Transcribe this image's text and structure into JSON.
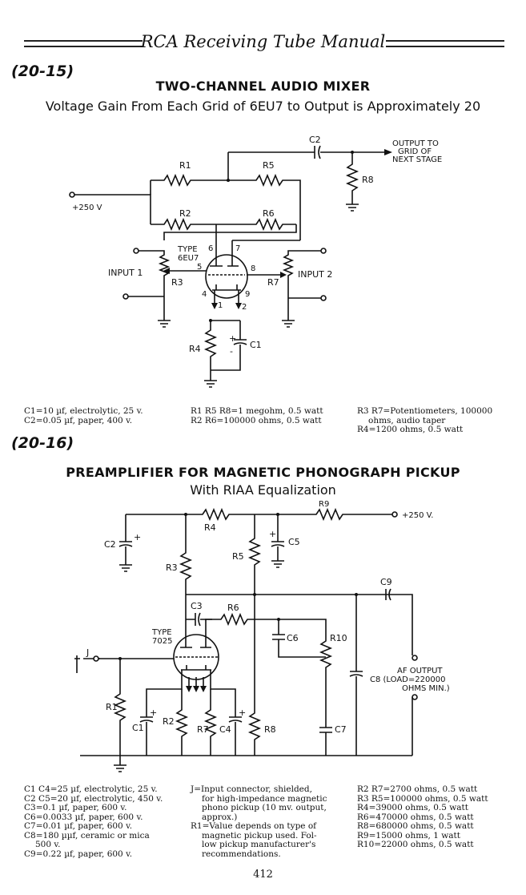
{
  "header": {
    "title": "RCA Receiving Tube Manual"
  },
  "fig1": {
    "number": "(20-15)",
    "title": "TWO-CHANNEL AUDIO MIXER",
    "subtitle": "Voltage Gain From Each Grid of 6EU7 to Output is Approximately 20",
    "labels": {
      "c2": "C2",
      "output_1": "OUTPUT TO",
      "output_2": "GRID OF",
      "output_3": "NEXT STAGE",
      "r1": "R1",
      "r5": "R5",
      "r8": "R8",
      "r2": "R2",
      "r6": "R6",
      "b_plus": "+250 V",
      "type": "TYPE",
      "tube": "6EU7",
      "pin6": "6",
      "pin7": "7",
      "pin5": "5",
      "pin8": "8",
      "pin4": "4",
      "pin9": "9",
      "pin1": "1",
      "pin2": "2",
      "input1": "INPUT 1",
      "input2": "INPUT 2",
      "r3": "R3",
      "r7": "R7",
      "r4": "R4",
      "c1": "C1",
      "plus": "+",
      "minus": "-"
    },
    "parts": {
      "col1": [
        "C1=10 µf, electrolytic, 25 v.",
        "C2=0.05 µf, paper, 400 v."
      ],
      "col2": [
        "R1 R5 R8=1 megohm, 0.5 watt",
        "R2 R6=100000 ohms, 0.5 watt"
      ],
      "col3": [
        "R3 R7=Potentiometers, 100000",
        "ohms, audio taper",
        "R4=1200 ohms, 0.5 watt"
      ]
    }
  },
  "fig2": {
    "number": "(20-16)",
    "title": "PREAMPLIFIER FOR MAGNETIC PHONOGRAPH PICKUP",
    "subtitle": "With RIAA Equalization",
    "labels": {
      "r9": "R9",
      "b_plus": "+250 V.",
      "r4": "R4",
      "c2": "C2",
      "c5": "C5",
      "r5": "R5",
      "r3": "R3",
      "c9": "C9",
      "c3": "C3",
      "r6": "R6",
      "type": "TYPE",
      "tube": "7025",
      "c6": "C6",
      "r10": "R10",
      "j": "J",
      "af_1": "AF OUTPUT",
      "af_2": "C8 (LOAD=220000",
      "af_3": "OHMS MIN.)",
      "r1": "R1",
      "c1": "C1",
      "r2": "R2",
      "r7": "R7",
      "c4": "C4",
      "r8": "R8",
      "c7": "C7",
      "plus": "+"
    },
    "parts": {
      "col1": [
        "C1 C4=25 µf, electrolytic, 25 v.",
        "C2 C5=20 µf, electrolytic, 450 v.",
        "C3=0.1 µf, paper, 600 v.",
        "C6=0.0033 µf, paper, 600 v.",
        "C7=0.01 µf, paper, 600 v.",
        "C8=180 µµf, ceramic or mica",
        "500 v.",
        "C9=0.22 µf, paper, 600 v."
      ],
      "col2": [
        "J=Input connector, shielded,",
        "for high-impedance magnetic",
        "phono pickup (10 mv. output,",
        "approx.)",
        "R1=Value depends on type of",
        "magnetic pickup used. Fol-",
        "low pickup manufacturer's",
        "recommendations."
      ],
      "col3": [
        "R2 R7=2700 ohms, 0.5 watt",
        "R3 R5=100000 ohms, 0.5 watt",
        "R4=39000 ohms, 0.5 watt",
        "R6=470000 ohms, 0.5 watt",
        "R8=680000 ohms, 0.5 watt",
        "R9=15000 ohms, 1 watt",
        "R10=22000 ohms, 0.5 watt"
      ]
    }
  },
  "page_number": "412"
}
